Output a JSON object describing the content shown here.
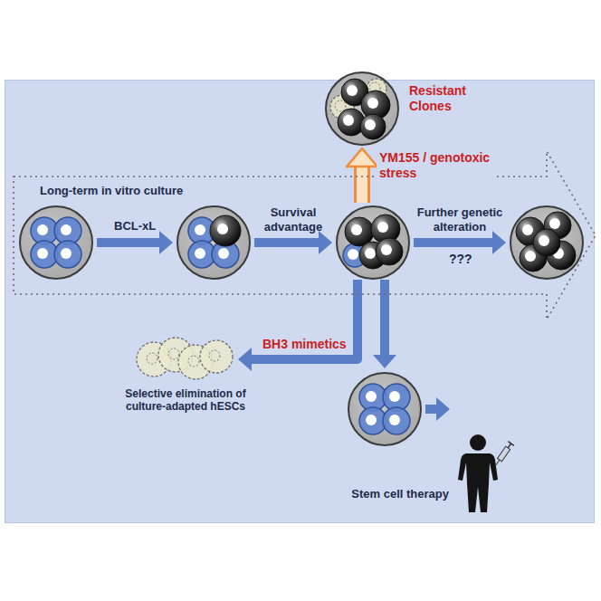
{
  "diagram": {
    "nodes": [
      {
        "text": [
          "Resistant Clones"
        ]
      },
      {
        "text": [
          "Long-term in vitro culture"
        ]
      },
      {
        "text": [],
        "in": 1
      },
      {
        "text": [],
        "in": 1
      },
      {
        "text": [],
        "in": 1
      },
      {
        "text": [],
        "in": 1
      },
      {
        "text": [
          "Selective elimination of culture-adapted hESCs"
        ]
      },
      {
        "text": []
      },
      {
        "text": [
          "Stem cell therapy"
        ]
      }
    ],
    "edges": [
      {
        "from": 2,
        "to": 3,
        "label": "BCL-xL",
        "arrow": "to"
      },
      {
        "from": 3,
        "to": 4,
        "label": "Survival advantage",
        "arrow": "to"
      },
      {
        "from": 4,
        "to": 5,
        "label": "Further genetic alteration",
        "arrow": "to"
      },
      {
        "from": 4,
        "to": 0,
        "label": "YM155 / genotoxic stress",
        "arrow": "to"
      },
      {
        "from": 4,
        "to": 6,
        "label": "BH3 mimetics",
        "arrow": "to"
      },
      {
        "from": 4,
        "to": 7,
        "arrow": "to"
      },
      {
        "from": 7,
        "to": 8,
        "arrow": "to"
      }
    ],
    "labels": [
      "???"
    ]
  }
}
